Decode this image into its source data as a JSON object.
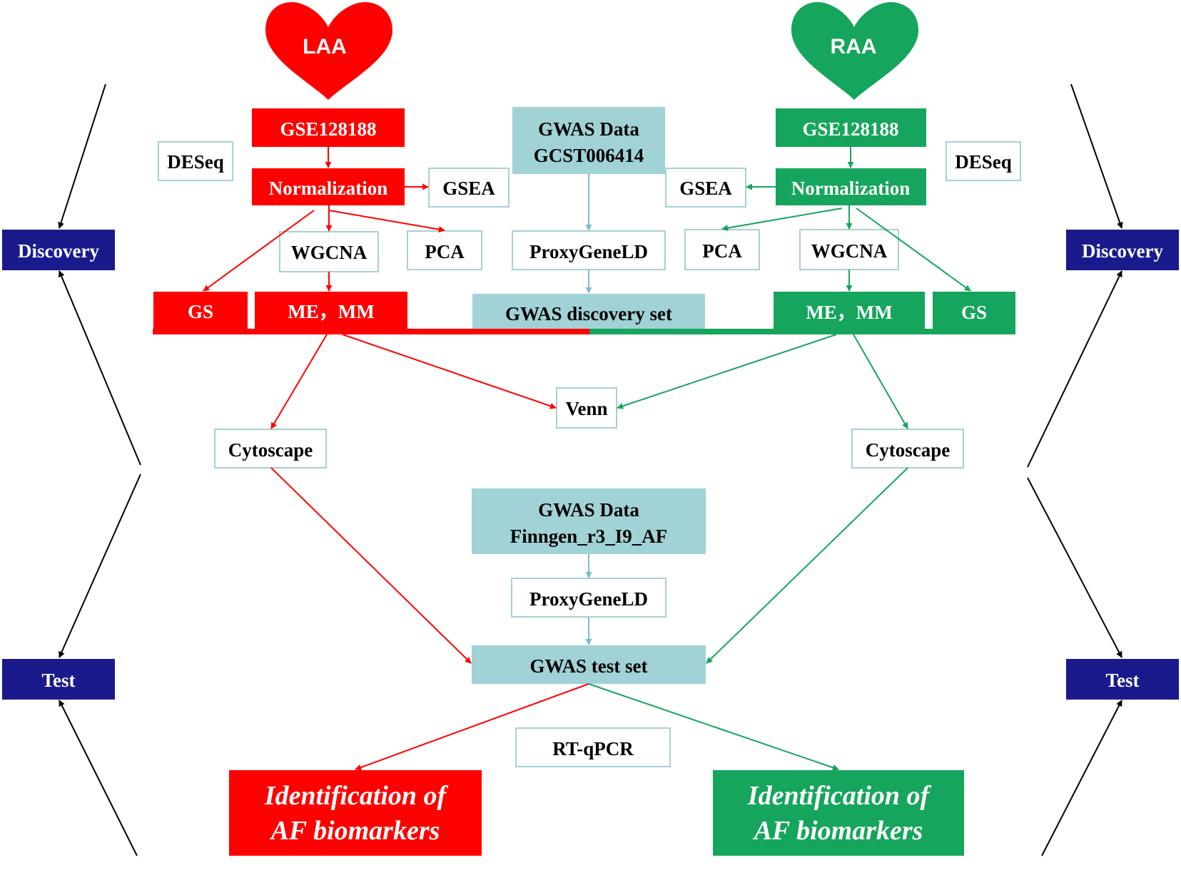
{
  "colors": {
    "red": "#ff0000",
    "green": "#15a55c",
    "teal": "#a0d2d6",
    "navy": "#1a1a8c",
    "teal_arrow": "#7cbdc6",
    "box_border": "#a8d0d4",
    "black": "#000000"
  },
  "hearts": {
    "left": "LAA",
    "right": "RAA"
  },
  "phases": {
    "discovery": "Discovery",
    "test": "Test"
  },
  "left": {
    "dataset": "GSE128188",
    "deseq": "DESeq",
    "normalization": "Normalization",
    "gsea": "GSEA",
    "wgcna": "WGCNA",
    "pca": "PCA",
    "gs": "GS",
    "me_mm": "ME，MM",
    "cytoscape": "Cytoscape",
    "result_line1": "Identification of",
    "result_line2": "AF biomarkers"
  },
  "right": {
    "dataset": "GSE128188",
    "deseq": "DESeq",
    "normalization": "Normalization",
    "gsea": "GSEA",
    "wgcna": "WGCNA",
    "pca": "PCA",
    "gs": "GS",
    "me_mm": "ME，MM",
    "cytoscape": "Cytoscape",
    "result_line1": "Identification of",
    "result_line2": "AF biomarkers"
  },
  "center": {
    "gwas_discovery_line1": "GWAS Data",
    "gwas_discovery_line2": "GCST006414",
    "proxy1": "ProxyGeneLD",
    "gwas_discovery_set": "GWAS discovery set",
    "venn": "Venn",
    "gwas_test_line1": "GWAS Data",
    "gwas_test_line2": "Finngen_r3_I9_AF",
    "proxy2": "ProxyGeneLD",
    "gwas_test_set": "GWAS test set",
    "rtqpcr": "RT-qPCR"
  }
}
